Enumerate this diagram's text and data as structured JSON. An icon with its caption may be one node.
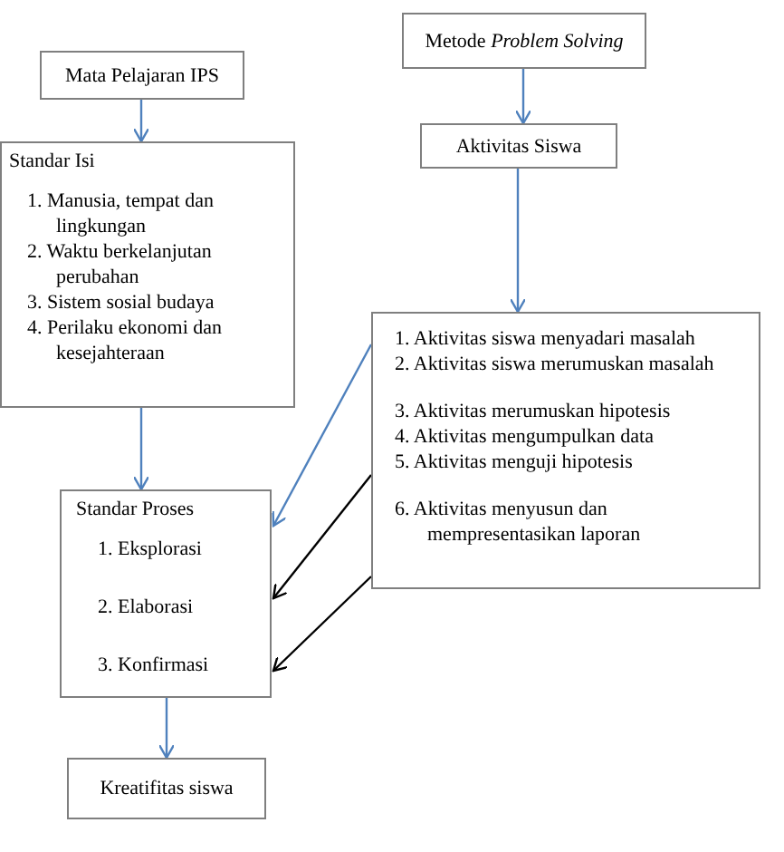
{
  "diagram": {
    "nodes": [
      {
        "text": [
          "Mata Pelajaran IPS"
        ]
      },
      {
        "text": [
          "Metode *Problem Solving*"
        ]
      },
      {
        "text": [
          "Standar Isi",
          "1. Manusia, tempat dan lingkungan",
          "2. Waktu berkelanjutan perubahan",
          "3. Sistem sosial budaya",
          "4. Perilaku ekonomi dan kesejahteraan"
        ]
      },
      {
        "text": [
          "Aktivitas Siswa"
        ]
      },
      {
        "text": [
          "1. Aktivitas siswa menyadari masalah",
          "2. Aktivitas siswa merumuskan masalah",
          "3. Aktivitas merumuskan hipotesis",
          "4. Aktivitas mengumpulkan data",
          "5. Aktivitas menguji hipotesis",
          "6. Aktivitas menyusun dan mempresentasikan laporan"
        ]
      },
      {
        "text": [
          "Standar Proses",
          "1. Eksplorasi",
          "2. Elaborasi",
          "3. Konfirmasi"
        ]
      },
      {
        "text": [
          "Kreatifitas siswa"
        ]
      }
    ],
    "edges": [
      {
        "from": 0,
        "to": 2,
        "arrow": "to"
      },
      {
        "from": 1,
        "to": 3,
        "arrow": "to"
      },
      {
        "from": 3,
        "to": 4,
        "arrow": "to"
      },
      {
        "from": 2,
        "to": 5,
        "arrow": "to"
      },
      {
        "from": 4,
        "to": 5,
        "arrow": "to"
      },
      {
        "from": 4,
        "to": 5,
        "arrow": "to",
        "color": "#000000"
      },
      {
        "from": 4,
        "to": 5,
        "arrow": "to",
        "color": "#000000"
      },
      {
        "from": 5,
        "to": 6,
        "arrow": "to"
      }
    ]
  }
}
